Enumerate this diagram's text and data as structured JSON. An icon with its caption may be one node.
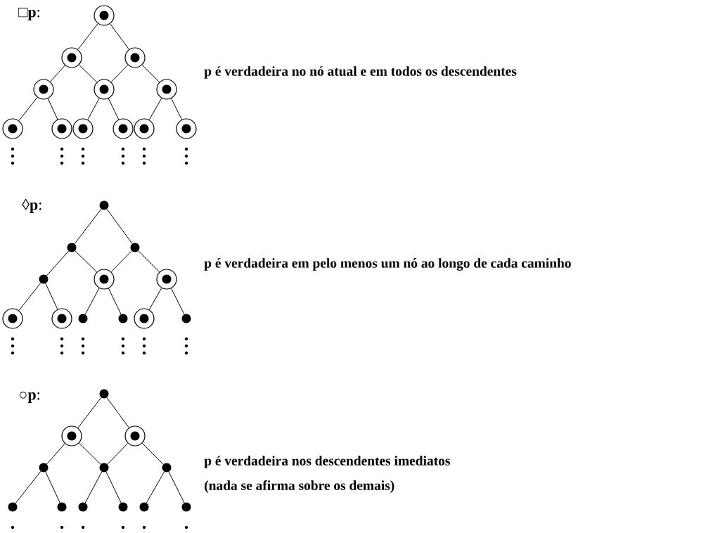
{
  "diagram": {
    "nodes": [
      {
        "text": [],
        "shape": "ring"
      },
      {
        "text": [],
        "shape": "ring"
      },
      {
        "text": [],
        "shape": "ring"
      },
      {
        "text": [],
        "shape": "ring"
      },
      {
        "text": [],
        "shape": "ring"
      },
      {
        "text": [],
        "shape": "ring"
      },
      {
        "text": [],
        "shape": "ring"
      },
      {
        "text": [],
        "shape": "ring"
      },
      {
        "text": [],
        "shape": "ring"
      },
      {
        "text": [],
        "shape": "ring"
      },
      {
        "text": [],
        "shape": "ring"
      },
      {
        "text": [],
        "shape": "ring"
      },
      {
        "text": [],
        "shape": "dot"
      },
      {
        "text": [],
        "shape": "dot"
      },
      {
        "text": [],
        "shape": "dot"
      },
      {
        "text": [],
        "shape": "dot"
      },
      {
        "text": [],
        "shape": "ring"
      },
      {
        "text": [],
        "shape": "ring"
      },
      {
        "text": [],
        "shape": "ring"
      },
      {
        "text": [],
        "shape": "ring"
      },
      {
        "text": [],
        "shape": "dot"
      },
      {
        "text": [],
        "shape": "dot"
      },
      {
        "text": [],
        "shape": "ring"
      },
      {
        "text": [],
        "shape": "dot"
      },
      {
        "text": [],
        "shape": "dot"
      },
      {
        "text": [],
        "shape": "ring"
      },
      {
        "text": [],
        "shape": "ring"
      },
      {
        "text": [],
        "shape": "dot"
      },
      {
        "text": [],
        "shape": "dot"
      },
      {
        "text": [],
        "shape": "dot"
      },
      {
        "text": [],
        "shape": "dot"
      },
      {
        "text": [],
        "shape": "dot"
      },
      {
        "text": [],
        "shape": "dot"
      },
      {
        "text": [],
        "shape": "dot"
      },
      {
        "text": [],
        "shape": "dot"
      },
      {
        "text": [],
        "shape": "dot"
      }
    ],
    "edges": [
      {
        "from": 0,
        "to": 1,
        "arrow": "none"
      },
      {
        "from": 0,
        "to": 2,
        "arrow": "none"
      },
      {
        "from": 1,
        "to": 3,
        "arrow": "none"
      },
      {
        "from": 1,
        "to": 4,
        "arrow": "none"
      },
      {
        "from": 2,
        "to": 4,
        "arrow": "none"
      },
      {
        "from": 2,
        "to": 5,
        "arrow": "none"
      },
      {
        "from": 3,
        "to": 6,
        "arrow": "none"
      },
      {
        "from": 3,
        "to": 7,
        "arrow": "none"
      },
      {
        "from": 4,
        "to": 8,
        "arrow": "none"
      },
      {
        "from": 4,
        "to": 9,
        "arrow": "none"
      },
      {
        "from": 5,
        "to": 10,
        "arrow": "none"
      },
      {
        "from": 5,
        "to": 11,
        "arrow": "none"
      },
      {
        "from": 12,
        "to": 13,
        "arrow": "none"
      },
      {
        "from": 12,
        "to": 14,
        "arrow": "none"
      },
      {
        "from": 13,
        "to": 15,
        "arrow": "none"
      },
      {
        "from": 13,
        "to": 16,
        "arrow": "none"
      },
      {
        "from": 14,
        "to": 16,
        "arrow": "none"
      },
      {
        "from": 14,
        "to": 17,
        "arrow": "none"
      },
      {
        "from": 15,
        "to": 18,
        "arrow": "none"
      },
      {
        "from": 15,
        "to": 19,
        "arrow": "none"
      },
      {
        "from": 16,
        "to": 20,
        "arrow": "none"
      },
      {
        "from": 16,
        "to": 21,
        "arrow": "none"
      },
      {
        "from": 17,
        "to": 22,
        "arrow": "none"
      },
      {
        "from": 17,
        "to": 23,
        "arrow": "none"
      },
      {
        "from": 24,
        "to": 25,
        "arrow": "none"
      },
      {
        "from": 24,
        "to": 26,
        "arrow": "none"
      },
      {
        "from": 25,
        "to": 27,
        "arrow": "none"
      },
      {
        "from": 25,
        "to": 28,
        "arrow": "none"
      },
      {
        "from": 26,
        "to": 28,
        "arrow": "none"
      },
      {
        "from": 26,
        "to": 29,
        "arrow": "none"
      },
      {
        "from": 27,
        "to": 30,
        "arrow": "none"
      },
      {
        "from": 27,
        "to": 31,
        "arrow": "none"
      },
      {
        "from": 28,
        "to": 32,
        "arrow": "none"
      },
      {
        "from": 28,
        "to": 33,
        "arrow": "none"
      },
      {
        "from": 29,
        "to": 34,
        "arrow": "none"
      },
      {
        "from": 29,
        "to": 35,
        "arrow": "none"
      }
    ],
    "labels": [
      "□**p**:",
      "p é verdadeira no nó atual e em todos os descendentes",
      "◊**p**:",
      "p é verdadeira em pelo menos um nó ao longo de cada caminho",
      "○**p**:",
      "p é verdadeira nos descendentes imediatos",
      "(nada se afirma sobre os demais)"
    ]
  }
}
